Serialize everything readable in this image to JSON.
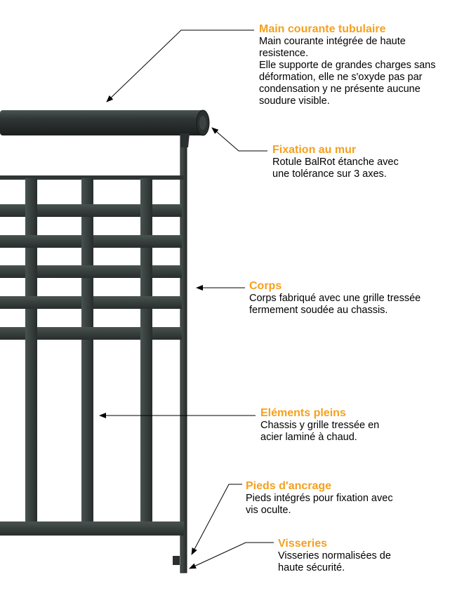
{
  "colors": {
    "accent": "#f5a01d",
    "metal": "#2f3534",
    "metal_edge": "#1d2221",
    "metal_highlight": "#56605e",
    "leader": "#000000"
  },
  "callouts": [
    {
      "id": "handrail",
      "title": "Main courante tubulaire",
      "body": "Main courante intégrée de haute\nresistence.\nElle supporte de grandes charges sans\ndéformation, elle ne s'oxyde pas par\ncondensation y ne présente aucune\nsoudure visible."
    },
    {
      "id": "wall-fixing",
      "title": "Fixation au mur",
      "body": "Rotule BalRot étanche avec\nune tolérance sur 3 axes."
    },
    {
      "id": "body",
      "title": "Corps",
      "body": "Corps fabriqué avec une grille tressée\nfermement soudée au chassis."
    },
    {
      "id": "solid-elements",
      "title": "Eléments pleins",
      "body": "Chassis y grille tressée en\nacier laminé à chaud."
    },
    {
      "id": "anchor-feet",
      "title": "Pieds d'ancrage",
      "body": "Pieds intégrés pour fixation avec\nvis oculte."
    },
    {
      "id": "screws",
      "title": "Visseries",
      "body": "Visseries normalisées de\nhaute sécurité."
    }
  ]
}
